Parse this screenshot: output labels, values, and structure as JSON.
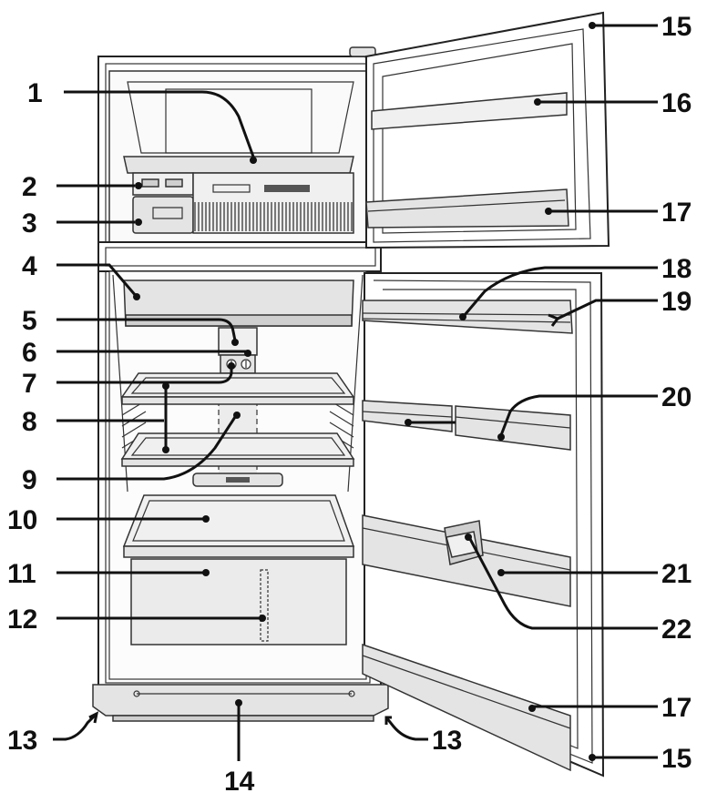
{
  "labels": {
    "l1": "1",
    "l2": "2",
    "l3": "3",
    "l4": "4",
    "l5": "5",
    "l6": "6",
    "l7": "7",
    "l8": "8",
    "l9": "9",
    "l10": "10",
    "l11": "11",
    "l12": "12",
    "l13a": "13",
    "l13b": "13",
    "l14": "14",
    "l15a": "15",
    "l15b": "15",
    "l16": "16",
    "l17a": "17",
    "l17b": "17",
    "l18": "18",
    "l19": "19",
    "l20": "20",
    "l21": "21",
    "l22": "22"
  },
  "colors": {
    "outline": "#222222",
    "panel": "#e4e4e4",
    "label": "#111111"
  }
}
